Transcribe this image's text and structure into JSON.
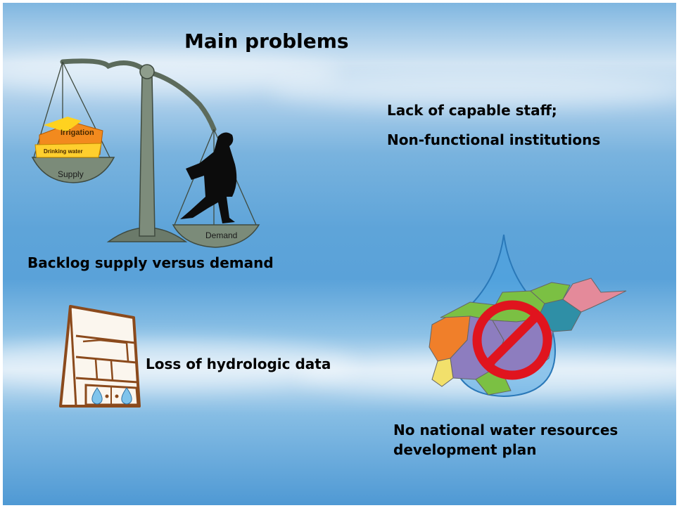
{
  "slide": {
    "title": "Main problems",
    "items": {
      "staff": "Lack of capable staff;",
      "institutions": "Non-functional institutions",
      "backlog": "Backlog supply versus demand",
      "hydrologic": "Loss of hydrologic data",
      "plan": "No national water resources development plan"
    },
    "scale": {
      "supply_label": "Supply",
      "demand_label": "Demand",
      "irrigation_label": "Irrigation",
      "drinking_label": "Drinking water"
    },
    "icons": {
      "scale": "balance-scale-icon",
      "cabinet": "archive-cabinet-icon",
      "map": "afghanistan-map-icon",
      "prohibition": "prohibition-sign-icon",
      "water_drop": "water-drop-icon"
    },
    "colors": {
      "prohibition_red": "#e0141e",
      "drop_blue": "#4aa3e0",
      "cabinet_brown": "#8b4a1c"
    }
  }
}
